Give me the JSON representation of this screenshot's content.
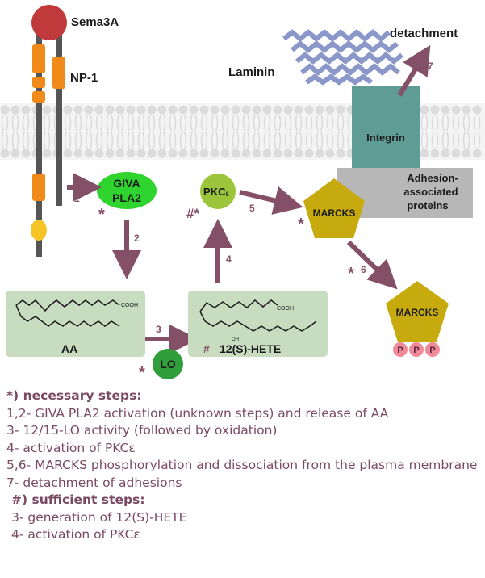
{
  "diagram": {
    "sema3a": "Sema3A",
    "np1": "NP-1",
    "laminin": "Laminin",
    "detachment": "detachment",
    "integrin": "Integrin",
    "adhesion_proteins": [
      "Adhesion-",
      "associated",
      "proteins"
    ],
    "giva_pla2": [
      "GIVA",
      "PLA2"
    ],
    "pkc": "PKC",
    "pkc_sub": "ε",
    "marcks_membrane": "MARCKS",
    "marcks_free": "MARCKS",
    "phospho": [
      "P",
      "P",
      "P"
    ],
    "lo": "LO",
    "aa": "AA",
    "hete": "12(S)-HETE",
    "hete_mark": "#",
    "cooh_aa": "COOH",
    "cooh_hete": "COOH",
    "oh": "OH",
    "step_labels": {
      "s1": "1",
      "s2": "2",
      "s3": "3",
      "s4": "4",
      "s5": "5",
      "s6": "6",
      "s7": "7"
    },
    "marks": {
      "giva_star": "*",
      "pkc_marks": "#*",
      "marcks_star": "*",
      "lo_star": "*",
      "step6_star": "*"
    },
    "colors": {
      "arrow": "#845067",
      "sema": "#c0393b",
      "np1": "#f08a1a",
      "giva": "#2fd42f",
      "pkc": "#9dc53c",
      "lo": "#2f9e3b",
      "marcks": "#c7aa0e",
      "integrin": "#5f9c95",
      "adhesion": "#b7b7b7",
      "laminin": "#8b97c8",
      "lipid_box": "#c8dcc0",
      "phospho": "#f08a98"
    }
  },
  "legend": {
    "necessary_header": "*) necessary steps:",
    "necessary": [
      "1,2- GIVA PLA2 activation (unknown steps) and release of AA",
      "3- 12/15-LO activity (followed by oxidation)",
      "4- activation of PKCε",
      "5,6- MARCKS phosphorylation and dissociation from the plasma membrane",
      "7- detachment of adhesions"
    ],
    "sufficient_header": "#) sufficient steps:",
    "sufficient": [
      "3- generation of 12(S)-HETE",
      "4- activation of PKCε"
    ]
  }
}
